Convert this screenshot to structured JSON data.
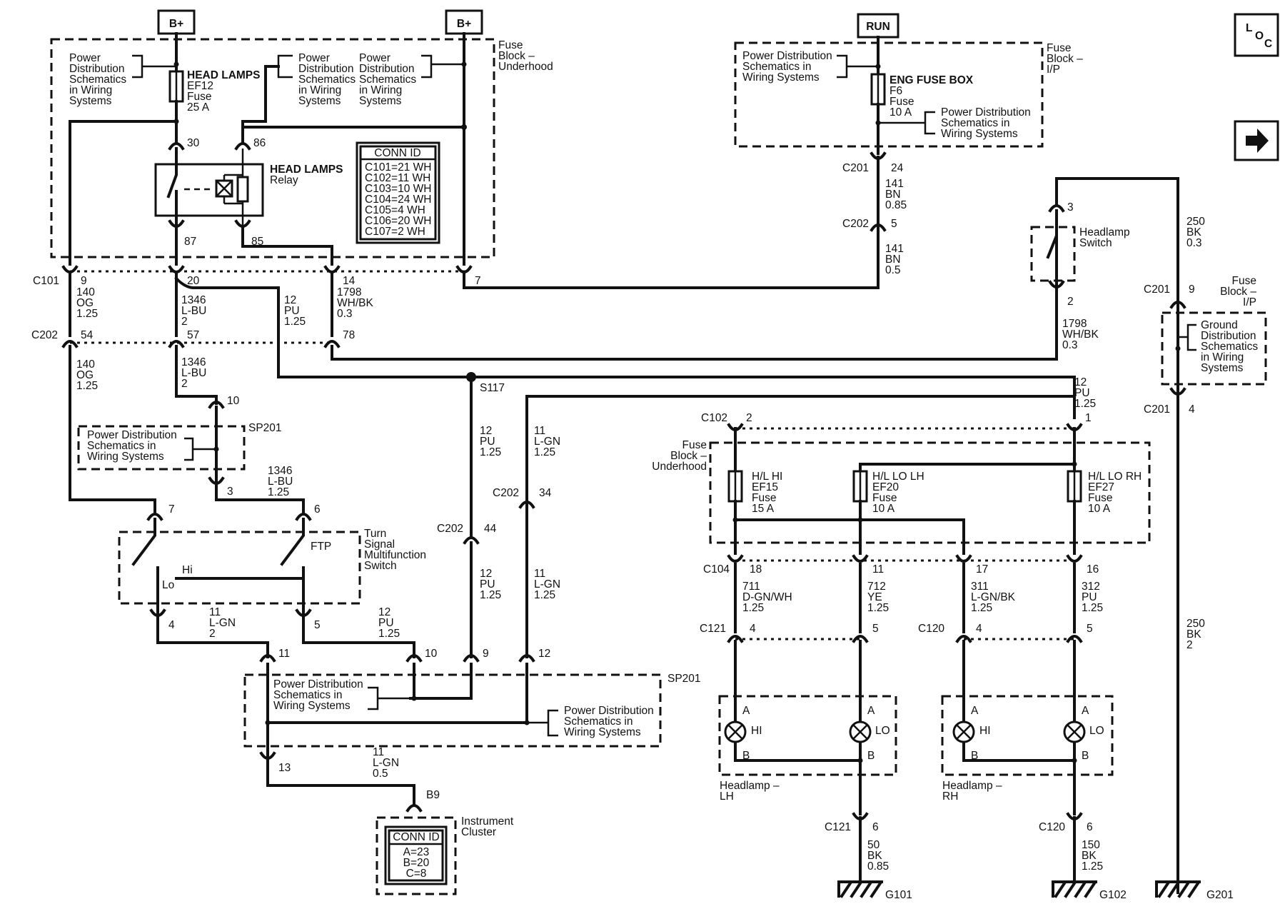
{
  "sources": {
    "b_plus": "B+",
    "run": "RUN"
  },
  "blocks": {
    "fuse_block_underhood": [
      "Fuse",
      "Block –",
      "Underhood"
    ],
    "fuse_block_ip": [
      "Fuse",
      "Block –",
      "I/P"
    ],
    "fuse_block_ip_right": [
      "Fuse",
      "Block –",
      "I/P"
    ],
    "fuse_block_underhood_mid": [
      "Fuse",
      "Block –",
      "Underhood"
    ]
  },
  "ref": {
    "pdsw": [
      "Power",
      "Distribution",
      "Schematics",
      "in Wiring",
      "Systems"
    ],
    "pdsw2": [
      "Power",
      "Distribution",
      "Schematics",
      "in Wiring",
      "Systems"
    ],
    "pdsw3": [
      "Power",
      "Distribution",
      "Schematics",
      "in Wiring",
      "Systems"
    ],
    "pdsw_ip": [
      "Power Distribution",
      "Schematics in",
      "Wiring Systems"
    ],
    "pdsw_ip2": [
      "Power Distribution",
      "Schematics in",
      "Wiring Systems"
    ],
    "pdsw_sp": [
      "Power Distribution",
      "Schematics in",
      "Wiring Systems"
    ],
    "pdsw_sp2": [
      "Power Distribution",
      "Schematics in",
      "Wiring Systems"
    ],
    "pdsw_sp3": [
      "Power Distribution",
      "Schematics in",
      "Wiring Systems"
    ],
    "gdsw": [
      "Ground",
      "Distribution",
      "Schematics",
      "in Wiring",
      "Systems"
    ]
  },
  "fuses": {
    "ef12": [
      "HEAD LAMPS",
      "EF12",
      "Fuse",
      "25 A"
    ],
    "f6": [
      "ENG FUSE BOX",
      "F6",
      "Fuse",
      "10 A"
    ],
    "ef15": [
      "H/L HI",
      "EF15",
      "Fuse",
      "15 A"
    ],
    "ef20": [
      "H/L LO LH",
      "EF20",
      "Fuse",
      "10 A"
    ],
    "ef27": [
      "H/L LO RH",
      "EF27",
      "Fuse",
      "10 A"
    ]
  },
  "relay": [
    "HEAD LAMPS",
    "Relay"
  ],
  "conn_id_table": {
    "title": "CONN ID",
    "rows": [
      "C101=21 WH",
      "C102=11 WH",
      "C103=10 WH",
      "C104=24 WH",
      "C105=4 WH",
      "C106=20 WH",
      "C107=2 WH"
    ]
  },
  "conn_id_cluster": {
    "title": "CONN ID",
    "rows": [
      "A=23",
      "B=20",
      "C=8"
    ]
  },
  "splices": {
    "sp201a": "SP201",
    "sp201b": "SP201",
    "s117": "S117"
  },
  "switches": {
    "headlamp": [
      "Headlamp",
      "Switch"
    ],
    "turn": [
      "Turn",
      "Signal",
      "Multifunction",
      "Switch"
    ],
    "ftp": "FTP",
    "hi": "Hi",
    "lo": "Lo"
  },
  "lamps": {
    "lh": [
      "Headlamp –",
      "LH"
    ],
    "rh": [
      "Headlamp –",
      "RH"
    ],
    "hi": "HI",
    "lo": "LO",
    "a": "A",
    "b": "B"
  },
  "cluster": [
    "Instrument",
    "Cluster"
  ],
  "grounds": [
    "G101",
    "G102",
    "G201"
  ],
  "connectors": [
    "C101",
    "C202",
    "C201",
    "C202",
    "C102",
    "C104",
    "C121",
    "C120",
    "C121",
    "C120",
    "C201",
    "C201",
    "C202",
    "C202",
    "C202",
    "B9"
  ],
  "pins": [
    "30",
    "86",
    "87",
    "85",
    "9",
    "20",
    "14",
    "7",
    "54",
    "57",
    "78",
    "10",
    "3",
    "7",
    "6",
    "4",
    "5",
    "11",
    "10",
    "9",
    "12",
    "13",
    "24",
    "5",
    "3",
    "2",
    "9",
    "4",
    "2",
    "1",
    "34",
    "44",
    "18",
    "11",
    "17",
    "16",
    "4",
    "5",
    "4",
    "5",
    "6",
    "6"
  ],
  "wires": {
    "w140og": [
      "140",
      "OG",
      "1.25"
    ],
    "w1346": [
      "1346",
      "L-BU",
      "2"
    ],
    "w12pu": [
      "12",
      "PU",
      "1.25"
    ],
    "w1798": [
      "1798",
      "WH/BK",
      "0.3"
    ],
    "w140og_b": [
      "140",
      "OG",
      "1.25"
    ],
    "w1346_b": [
      "1346",
      "L-BU",
      "2"
    ],
    "w1346_c": [
      "1346",
      "L-BU",
      "1.25"
    ],
    "w11lgn": [
      "11",
      "L-GN",
      "2"
    ],
    "w12pu_b": [
      "12",
      "PU",
      "1.25"
    ],
    "w12pu_c": [
      "12",
      "PU",
      "1.25"
    ],
    "w12pu_d": [
      "12",
      "PU",
      "1.25"
    ],
    "w11lgn_b": [
      "11",
      "L-GN",
      "1.25"
    ],
    "w11lgn_c": [
      "11",
      "L-GN",
      "1.25"
    ],
    "w11lgn_d": [
      "11",
      "L-GN",
      "0.5"
    ],
    "w141a": [
      "141",
      "BN",
      "0.85"
    ],
    "w141b": [
      "141",
      "BN",
      "0.5"
    ],
    "w1798_b": [
      "1798",
      "WH/BK",
      "0.3"
    ],
    "w250a": [
      "250",
      "BK",
      "0.3"
    ],
    "w250b": [
      "250",
      "BK",
      "2"
    ],
    "w12pu_e": [
      "12",
      "PU",
      "1.25"
    ],
    "w711": [
      "711",
      "D-GN/WH",
      "1.25"
    ],
    "w712": [
      "712",
      "YE",
      "1.25"
    ],
    "w311": [
      "311",
      "L-GN/BK",
      "1.25"
    ],
    "w312": [
      "312",
      "PU",
      "1.25"
    ],
    "w50": [
      "50",
      "BK",
      "0.85"
    ],
    "w150": [
      "150",
      "BK",
      "1.25"
    ]
  },
  "nav": {
    "loc": "LOC",
    "arrow": "→"
  }
}
